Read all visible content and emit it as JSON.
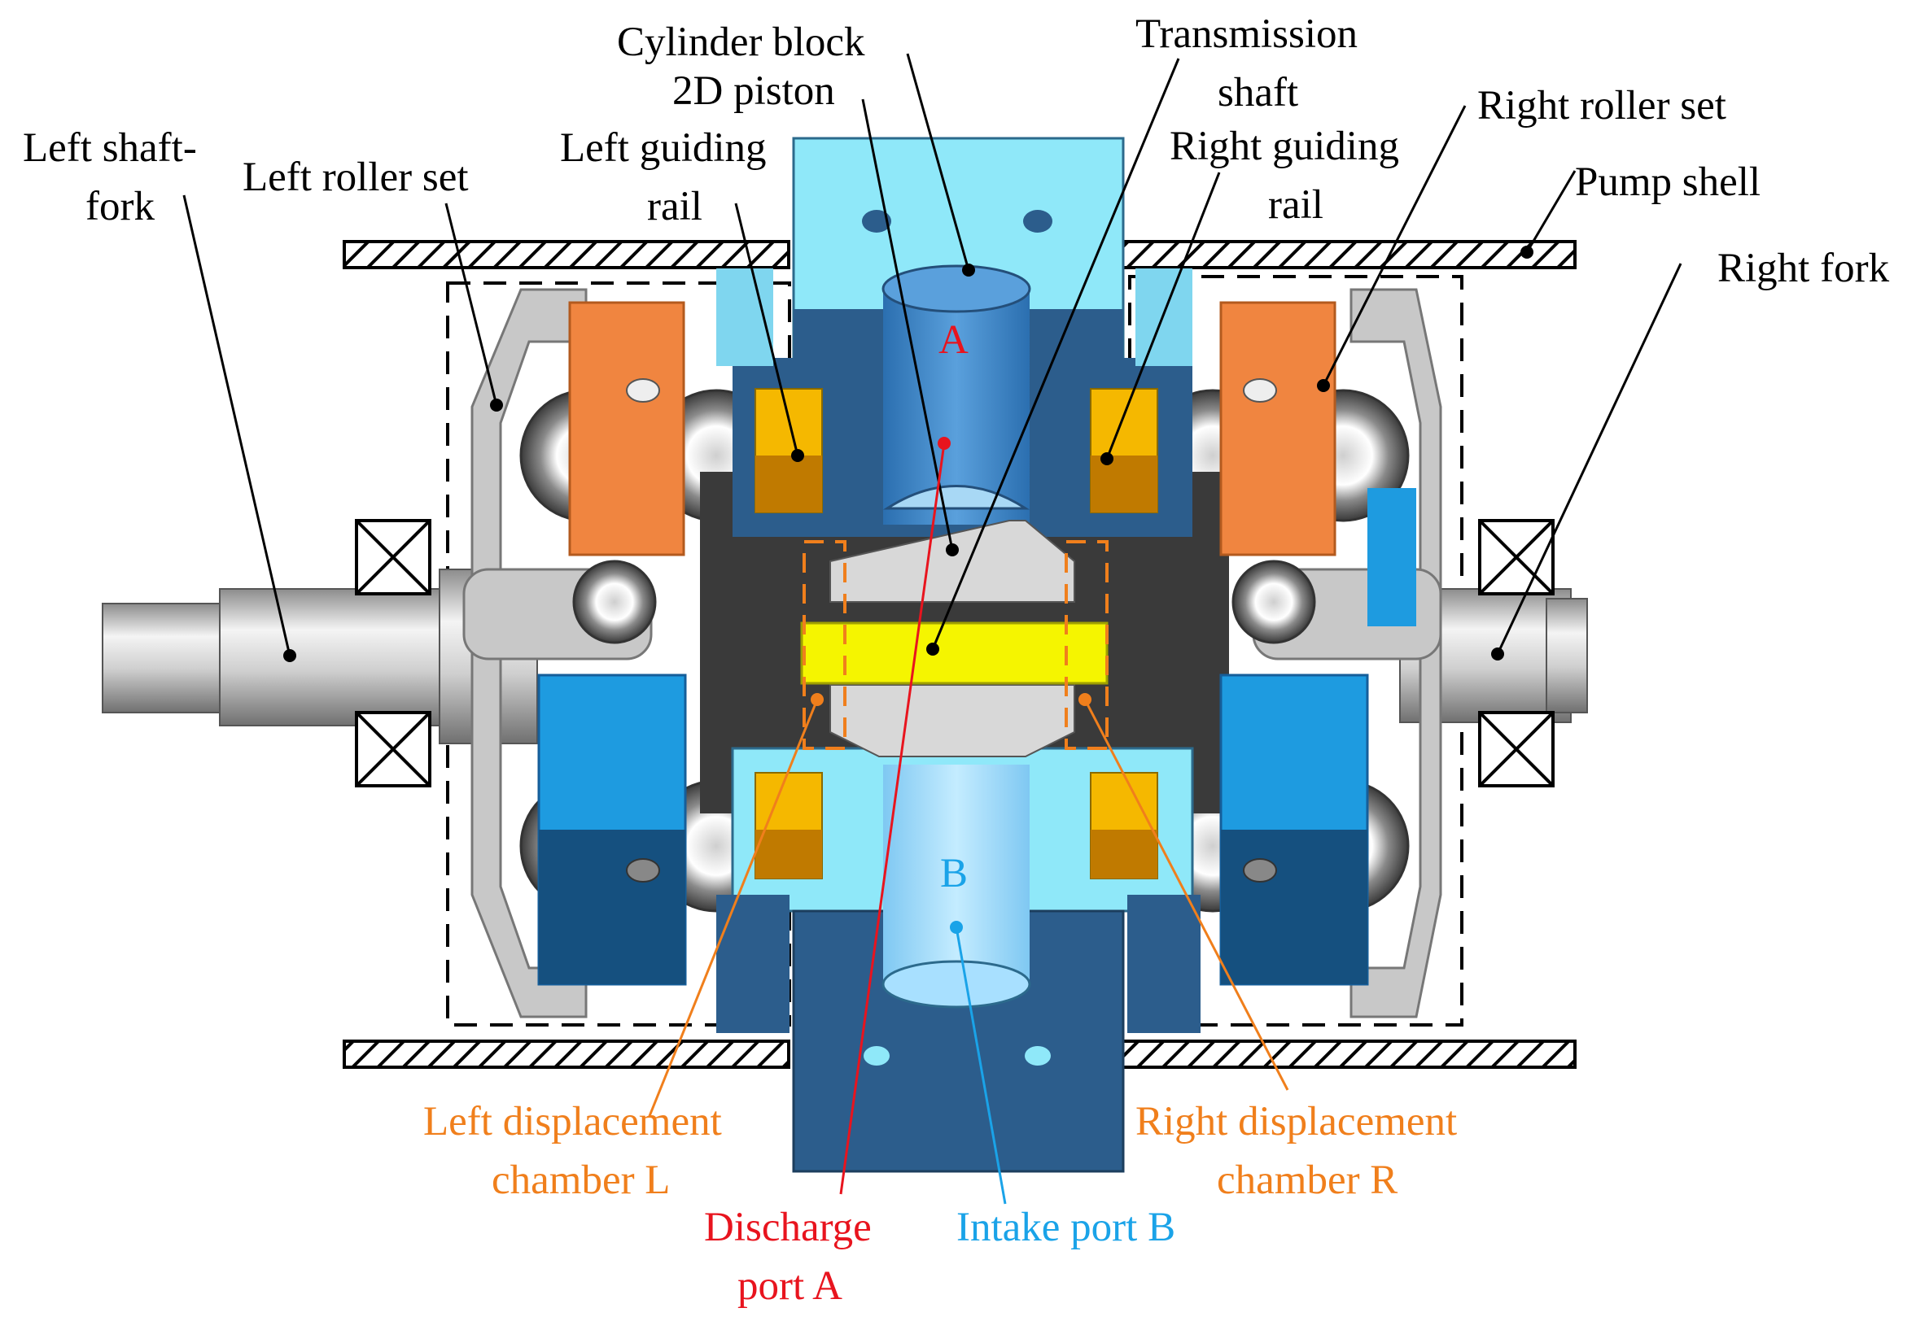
{
  "labels": {
    "cylinder_block": "Cylinder block",
    "piston_2d": "2D piston",
    "transmission_shaft_1": "Transmission",
    "transmission_shaft_2": "shaft",
    "right_roller_set": "Right roller set",
    "left_shaft_fork_1": "Left shaft-",
    "left_shaft_fork_2": "fork",
    "left_roller_set": "Left roller set",
    "left_guiding_rail_1": "Left guiding",
    "left_guiding_rail_2": "rail",
    "right_guiding_rail_1": "Right guiding",
    "right_guiding_rail_2": "rail",
    "pump_shell": "Pump shell",
    "right_fork": "Right fork",
    "port_a_letter": "A",
    "port_b_letter": "B",
    "left_chamber_1": "Left displacement",
    "left_chamber_2": "chamber L",
    "right_chamber_1": "Right displacement",
    "right_chamber_2": "chamber R",
    "discharge_1": "Discharge",
    "discharge_2": "port A",
    "intake": "Intake port B"
  },
  "colors": {
    "black_label": "#000000",
    "orange_label": "#f07f1c",
    "red_label": "#e8141e",
    "blue_label": "#1aa3e8",
    "cylinder_light": "#8fe8f9",
    "cylinder_dark": "#2c5d8c",
    "roller_orange": "#f08540",
    "roller_blue": "#1e9be0",
    "rail_yellow": "#f5b800",
    "shaft_yellow": "#f5f500",
    "fork_grey": "#c8c8c8"
  }
}
